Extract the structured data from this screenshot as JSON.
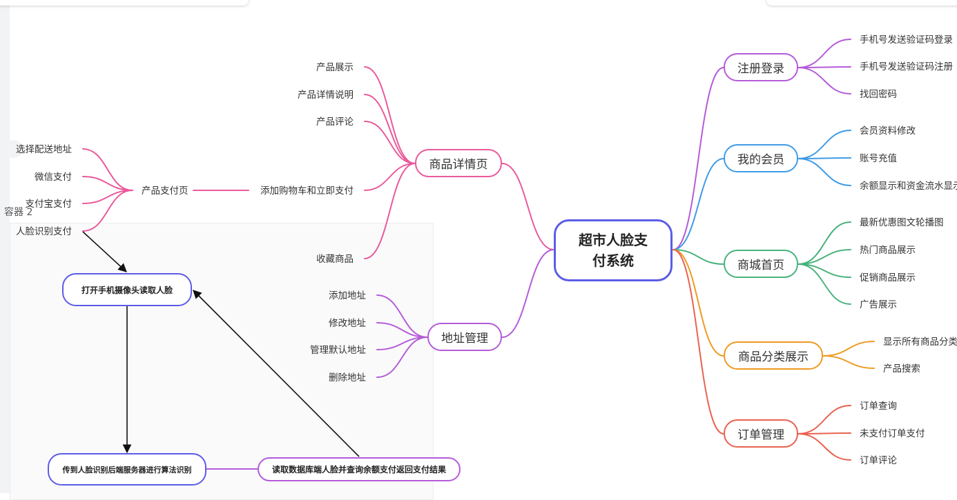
{
  "colors": {
    "root": "#5b5ce6",
    "pink": "#e95a9b",
    "purple": "#b45bd8",
    "blue": "#3f9be6",
    "green": "#47b27c",
    "orange": "#ee9a22",
    "red": "#e9614f",
    "flowBox": "#5b5ce6",
    "flowPurple": "#b45bd8"
  },
  "root": {
    "line1": "超市人脸支",
    "line2": "付系统"
  },
  "right": {
    "register": {
      "title": "注册登录",
      "items": [
        "手机号发送验证码登录",
        "手机号发送验证码注册",
        "找回密码"
      ]
    },
    "member": {
      "title": "我的会员",
      "items": [
        "会员资料修改",
        "账号充值",
        "余额显示和资金流水显示"
      ]
    },
    "home": {
      "title": "商城首页",
      "items": [
        "最新优惠图文轮播图",
        "热门商品展示",
        "促销商品展示",
        "广告展示"
      ]
    },
    "category": {
      "title": "商品分类展示",
      "items": [
        "显示所有商品分类",
        "产品搜索"
      ]
    },
    "order": {
      "title": "订单管理",
      "items": [
        "订单查询",
        "未支付订单支付",
        "订单评论"
      ]
    }
  },
  "left": {
    "detail": {
      "title": "商品详情页",
      "items": [
        "产品展示",
        "产品详情说明",
        "产品评论",
        "添加购物车和立即支付",
        "收藏商品"
      ],
      "pay": {
        "title": "产品支付页",
        "items": [
          "选择配送地址",
          "微信支付",
          "支付宝支付",
          "人脸识别支付"
        ]
      }
    },
    "address": {
      "title": "地址管理",
      "items": [
        "添加地址",
        "修改地址",
        "管理默认地址",
        "删除地址"
      ]
    }
  },
  "container": {
    "label": "容器 2"
  },
  "flow": {
    "camera": "打开手机摄像头读取人脸",
    "backend": "传到人脸识别后端服务器进行算法识别",
    "database": "读取数据库端人脸并查询余额支付返回支付结果"
  }
}
